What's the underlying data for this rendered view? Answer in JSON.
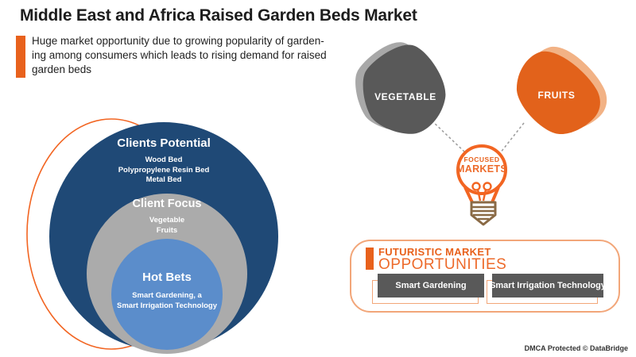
{
  "header": {
    "title": "Middle East and Africa Raised Garden Beds Market",
    "subtitle_lines": [
      "Huge market opportunity due to growing popularity of garden-",
      "ing among consumers which leads to rising demand for raised",
      "garden beds"
    ]
  },
  "venn": {
    "outer_title": "Clients Potential",
    "outer_items": [
      "Wood Bed",
      "Polypropylene Resin Bed",
      "Metal Bed"
    ],
    "middle_title": "Client Focus",
    "middle_items": [
      "Vegetable",
      "Fruits"
    ],
    "inner_title": "Hot Bets",
    "inner_items": [
      "Smart Gardening, a",
      "Smart Irrigation Technology"
    ]
  },
  "markets": {
    "vegetable_label": "VEGETABLE",
    "fruits_label": "FRUITS",
    "bulb_line1": "FOCUSED",
    "bulb_line2": "MARKETS"
  },
  "opportunities": {
    "heading_top": "FUTURISTIC MARKET",
    "heading_bottom": "OPPORTUNITIES",
    "button1": "Smart Gardening",
    "button2": "Smart Irrigation Technology"
  },
  "footer": {
    "text": "DMCA Protected © DataBridge"
  },
  "colors": {
    "accent_orange": "#e8611c",
    "ellipse_orange": "#f26522",
    "peach_outline": "#f2a679",
    "peach_shadow": "#f2b285",
    "dark_blue": "#1f4976",
    "mid_gray": "#ababab",
    "light_blue": "#5b8dcb",
    "dark_gray": "#595959",
    "bulb_base_brown": "#8a6a45"
  }
}
